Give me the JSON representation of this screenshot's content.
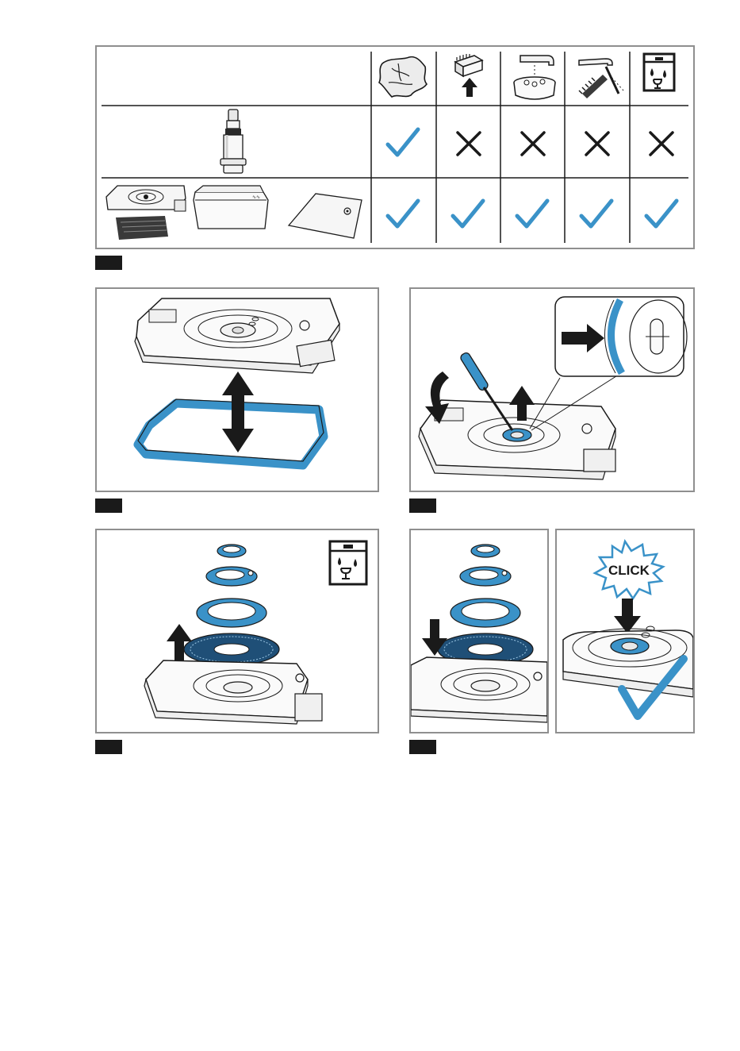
{
  "colors": {
    "accent_blue": "#3a92c8",
    "frame_gray": "#8f8f8f",
    "ink": "#1a1a1a"
  },
  "cleaning_table": {
    "columns": [
      {
        "icon": "cloth-icon"
      },
      {
        "icon": "sponge-icon"
      },
      {
        "icon": "soak-bowl-icon"
      },
      {
        "icon": "brush-rinse-icon"
      },
      {
        "icon": "dishwasher-icon"
      }
    ],
    "rows": [
      {
        "item": "vacuum-pump-attachment-image",
        "marks": [
          "check",
          "cross",
          "cross",
          "cross",
          "cross"
        ]
      },
      {
        "item": "lid-container-bag-image",
        "marks": [
          "check",
          "check",
          "check",
          "check",
          "check"
        ]
      }
    ]
  },
  "steps": {
    "click_label": "CLICK"
  }
}
